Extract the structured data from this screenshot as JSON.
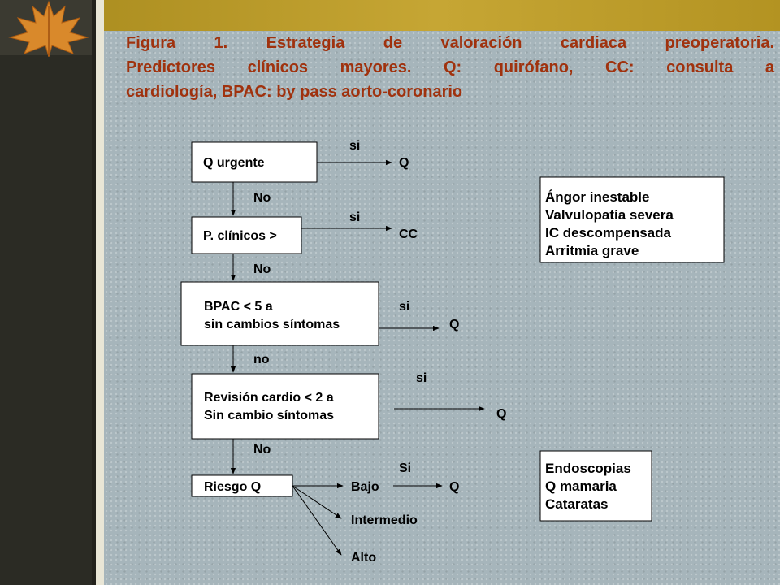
{
  "title": {
    "line1": "Figura 1. Estrategia de valoración cardiaca preoperatoria.",
    "line2": "Predictores clínicos mayores. Q: quirófano, CC: consulta a",
    "line3": "cardiología, BPAC: by pass aorto-coronario"
  },
  "flow": {
    "box1": "Q urgente",
    "box2": "P. clínicos >",
    "box3_line1": "BPAC < 5 a",
    "box3_line2": "sin cambios síntomas",
    "box4_line1": "Revisión cardio < 2 a",
    "box4_line2": "Sin cambio síntomas",
    "box5": "Riesgo Q",
    "yes1": "si",
    "yes2": "si",
    "yes3": "si",
    "yes4": "si",
    "yes5": "Si",
    "no1": "No",
    "no2": "No",
    "no3": "no",
    "no4": "No",
    "out1": "Q",
    "out2": "CC",
    "out3": "Q",
    "out4": "Q",
    "out5": "Q",
    "risk_low": "Bajo",
    "risk_mid": "Intermedio",
    "risk_high": "Alto"
  },
  "side_top": [
    "Ángor inestable",
    "Valvulopatía severa",
    "IC descompensada",
    "Arritmia grave"
  ],
  "side_bottom": [
    "Endoscopias",
    "Q mamaria",
    "Cataratas"
  ],
  "colors": {
    "title": "#a0320e",
    "accent_bar": "#c6a634",
    "background": "#a6b5bb",
    "sidebar": "#2b2b24"
  }
}
